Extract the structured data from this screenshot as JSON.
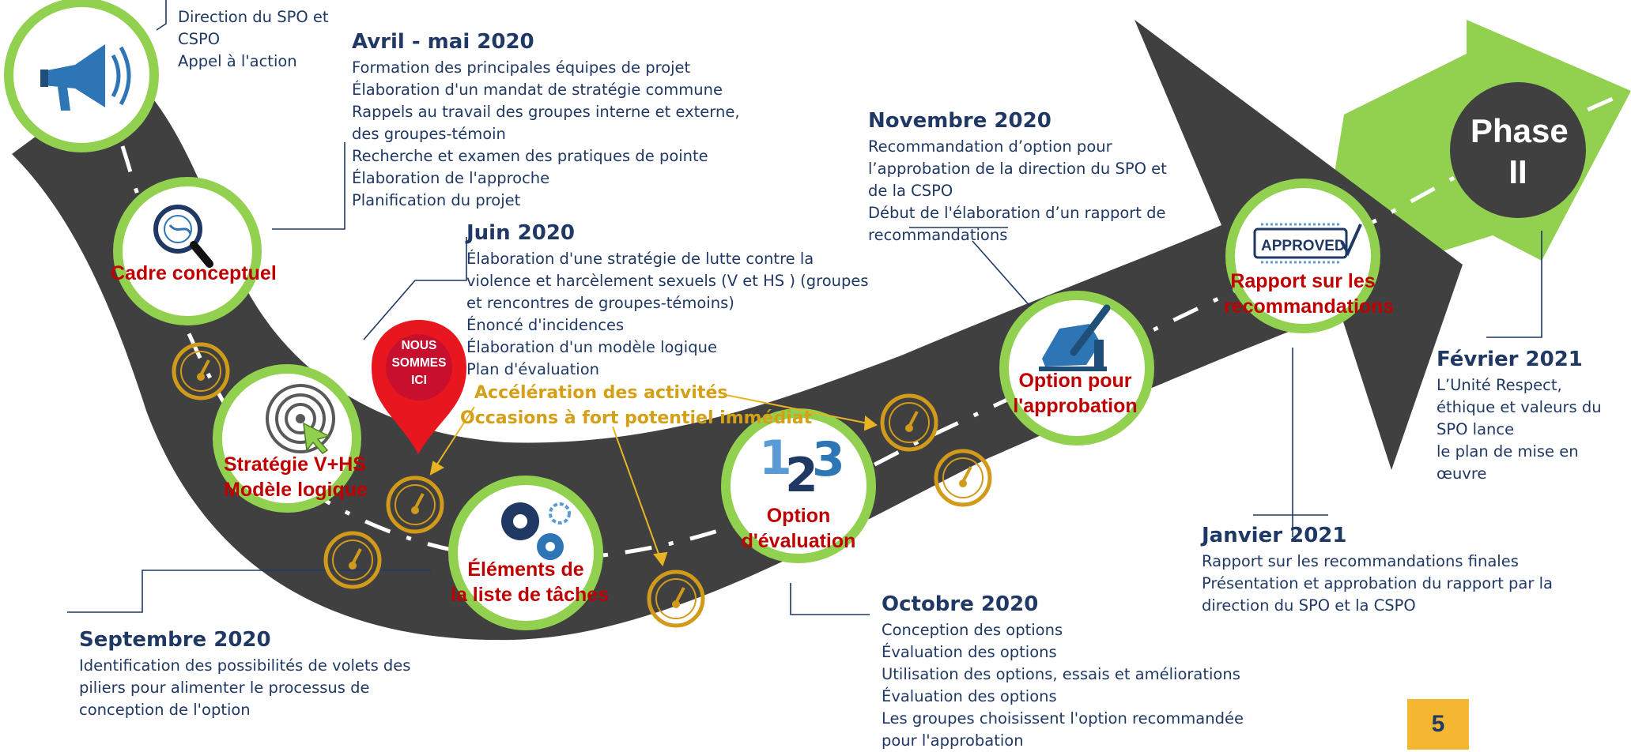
{
  "phase_label": [
    "Phase",
    "II"
  ],
  "pin_label": [
    "NOUS",
    "SOMMES",
    "ICI"
  ],
  "orange_labels": [
    "Accélération des activités",
    "Occasions à fort potentiel immédiat"
  ],
  "milestones": {
    "cadre": [
      "Cadre conceptuel"
    ],
    "strategie": [
      "Stratégie V+HS",
      "Modèle logique"
    ],
    "elements": [
      "Éléments de",
      "la liste de tâches"
    ],
    "option_eval": [
      "Option",
      "d'évaluation"
    ],
    "option_approb": [
      "Option pour",
      "l'approbation"
    ],
    "rapport": [
      "Rapport sur les",
      "recommandations"
    ]
  },
  "approved_stamp": "APPROVED",
  "icons": {
    "megaphone": "megaphone-icon",
    "magnifier": "magnifier-icon",
    "target": "target-cursor-icon",
    "gears": "gears-icon",
    "numbers": "numbers-123-icon",
    "writing": "hand-writing-icon",
    "approved": "approved-stamp-icon",
    "gauge": "gauge-icon",
    "pin": "location-pin-icon"
  },
  "timeline": {
    "top_left": {
      "heading": "",
      "lines": [
        "Direction du SPO et",
        "CSPO",
        "Appel à l'action"
      ]
    },
    "avril": {
      "heading": "Avril - mai 2020",
      "lines": [
        "Formation des principales équipes de projet",
        "Élaboration d'un mandat de stratégie commune",
        "Rappels au travail des groupes interne et externe,",
        "des groupes-témoin",
        "Recherche et examen des pratiques de pointe",
        "Élaboration de l'approche",
        "Planification du projet"
      ]
    },
    "juin": {
      "heading": "Juin 2020",
      "lines": [
        "Élaboration d'une stratégie de lutte contre la",
        "violence et harcèlement sexuels (V et HS ) (groupes",
        "et rencontres de groupes-témoins)",
        "Énoncé d'incidences",
        "Élaboration d'un modèle logique",
        "Plan d'évaluation"
      ]
    },
    "septembre": {
      "heading": "Septembre 2020",
      "lines": [
        "Identification des possibilités de volets des",
        "piliers pour alimenter le processus de",
        "conception de l'option"
      ]
    },
    "octobre": {
      "heading": "Octobre 2020",
      "lines": [
        "Conception des options",
        "Évaluation des options",
        "Utilisation des options, essais et améliorations",
        "Évaluation des options",
        "Les groupes choisissent l'option recommandée",
        "pour l'approbation"
      ]
    },
    "novembre": {
      "heading": "Novembre 2020",
      "lines": [
        "Recommandation d’option pour",
        "l’approbation de la direction du SPO et",
        "de la CSPO",
        "Début de l'élaboration d’un rapport de",
        "recommandations"
      ]
    },
    "janvier": {
      "heading": "Janvier 2021",
      "lines": [
        "Rapport sur les recommandations finales",
        "Présentation et approbation du rapport par la",
        "direction du SPO et la CSPO"
      ]
    },
    "fevrier": {
      "heading": "Février 2021",
      "lines": [
        "L’Unité Respect,",
        "éthique et valeurs du",
        "SPO lance",
        "le plan de mise en",
        "œuvre"
      ]
    }
  },
  "page_number": "5",
  "colors": {
    "road": "#404040",
    "ring": "#92d050",
    "arrow_green": "#92d050",
    "label_red": "#c00000",
    "text_navy": "#1f3864",
    "gold": "#d4a017",
    "page_badge": "#f5b731"
  }
}
